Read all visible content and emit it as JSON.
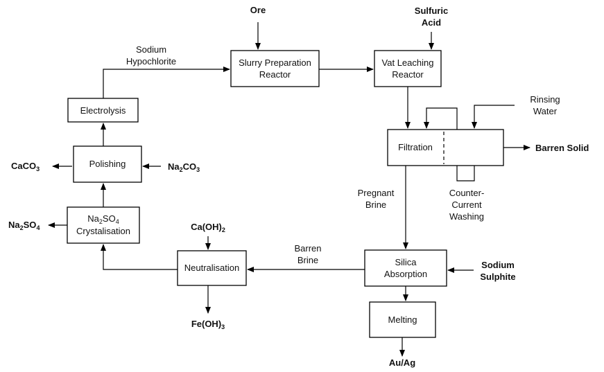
{
  "units": {
    "slurry_reactor": [
      "Slurry Preparation",
      "Reactor"
    ],
    "vat_leaching": [
      "Vat Leaching",
      "Reactor"
    ],
    "filtration": "Filtration",
    "silica_absorption": [
      "Silica",
      "Absorption"
    ],
    "melting": "Melting",
    "neutralisation": "Neutralisation",
    "crystalisation": {
      "formula": [
        "Na",
        "2",
        "SO",
        "4"
      ],
      "label": "Crystalisation"
    },
    "polishing": "Polishing",
    "electrolysis": "Electrolysis"
  },
  "streams": {
    "ore": "Ore",
    "sulfuric_acid": [
      "Sulfuric",
      "Acid"
    ],
    "sodium_hypochlorite": [
      "Sodium",
      "Hypochlorite"
    ],
    "rinsing_water": [
      "Rinsing",
      "Water"
    ],
    "barren_solid": "Barren Solid",
    "counter_current": [
      "Counter-",
      "Current",
      "Washing"
    ],
    "pregnant_brine": [
      "Pregnant",
      "Brine"
    ],
    "barren_brine": [
      "Barren",
      "Brine"
    ],
    "sodium_sulphite": [
      "Sodium",
      "Sulphite"
    ],
    "au_ag": "Au/Ag",
    "caoh2": [
      "Ca(OH)",
      "2"
    ],
    "feoh3": [
      "Fe(OH)",
      "3"
    ],
    "na2so4": [
      "Na",
      "2",
      "SO",
      "4"
    ],
    "caco3": [
      "CaCO",
      "3"
    ],
    "na2co3": [
      "Na",
      "2",
      "CO",
      "3"
    ]
  }
}
